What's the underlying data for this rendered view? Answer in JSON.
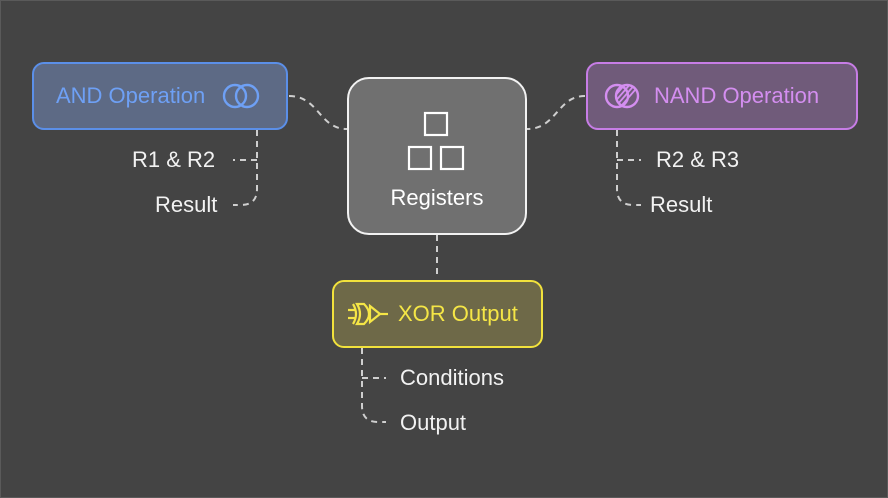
{
  "diagram": {
    "center": {
      "label": "Registers",
      "icon": "registers-blocks-icon",
      "border_color": "#f2f2f2",
      "fill_color": "#707070"
    },
    "and_operation": {
      "label": "AND Operation",
      "icon": "intersect-circles-icon",
      "accent": "#5b8fe8",
      "items": [
        "R1 & R2",
        "Result"
      ]
    },
    "nand_operation": {
      "label": "NAND Operation",
      "icon": "nand-circles-icon",
      "accent": "#c77de6",
      "items": [
        "R2 & R3",
        "Result"
      ]
    },
    "xor_output": {
      "label": "XOR Output",
      "icon": "xor-gate-icon",
      "accent": "#f2e23c",
      "items": [
        "Conditions",
        "Output"
      ]
    },
    "background": "#444444",
    "connector_color": "#cfcfcf"
  }
}
